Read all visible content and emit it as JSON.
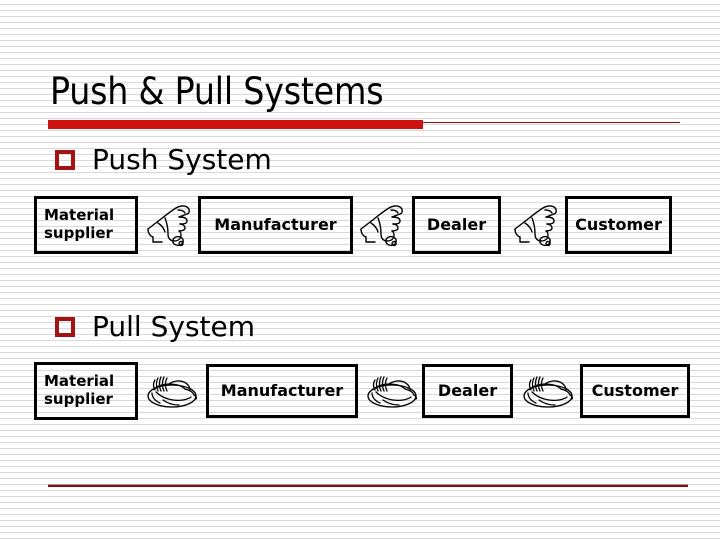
{
  "slide": {
    "title": "Push & Pull Systems",
    "accent_color": "#cc1111",
    "accent_dark_color": "#8c1010",
    "bullet_color": "#a51414",
    "rule_color": "#7a1414",
    "background": "white-with-horizontal-stripes"
  },
  "sections": [
    {
      "bullet_label": "Push System",
      "bullet_glyph": "square-outline-bullet",
      "flow": {
        "direction": "left-to-right",
        "connector_icon": "pushing-hand-icon",
        "nodes": [
          {
            "label_lines": [
              "Material",
              "supplier"
            ],
            "label": "Material supplier"
          },
          {
            "label_lines": [
              "Manufacturer"
            ],
            "label": "Manufacturer"
          },
          {
            "label_lines": [
              "Dealer"
            ],
            "label": "Dealer"
          },
          {
            "label_lines": [
              "Customer"
            ],
            "label": "Customer"
          }
        ]
      }
    },
    {
      "bullet_label": "Pull System",
      "bullet_glyph": "square-outline-bullet",
      "flow": {
        "direction": "right-to-left",
        "connector_icon": "pulling-hand-icon",
        "nodes": [
          {
            "label_lines": [
              "Material",
              "supplier"
            ],
            "label": "Material supplier"
          },
          {
            "label_lines": [
              "Manufacturer"
            ],
            "label": "Manufacturer"
          },
          {
            "label_lines": [
              "Dealer"
            ],
            "label": "Dealer"
          },
          {
            "label_lines": [
              "Customer"
            ],
            "label": "Customer"
          }
        ]
      }
    }
  ]
}
